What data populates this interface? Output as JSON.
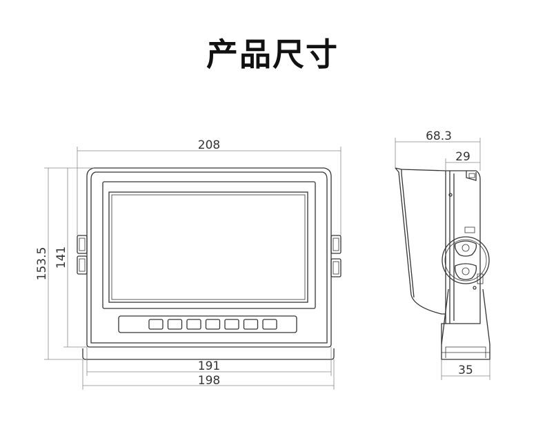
{
  "title": "产品尺寸",
  "front_view": {
    "width_outer": "208",
    "height_outer": "153.5",
    "height_inner": "141",
    "width_base_inner": "191",
    "width_base_outer": "198",
    "button_count": 7
  },
  "side_view": {
    "depth_total": "68.3",
    "depth_body": "29",
    "base_depth": "35"
  },
  "colors": {
    "line": "#333333",
    "dim_line": "#888888",
    "text": "#111111"
  }
}
